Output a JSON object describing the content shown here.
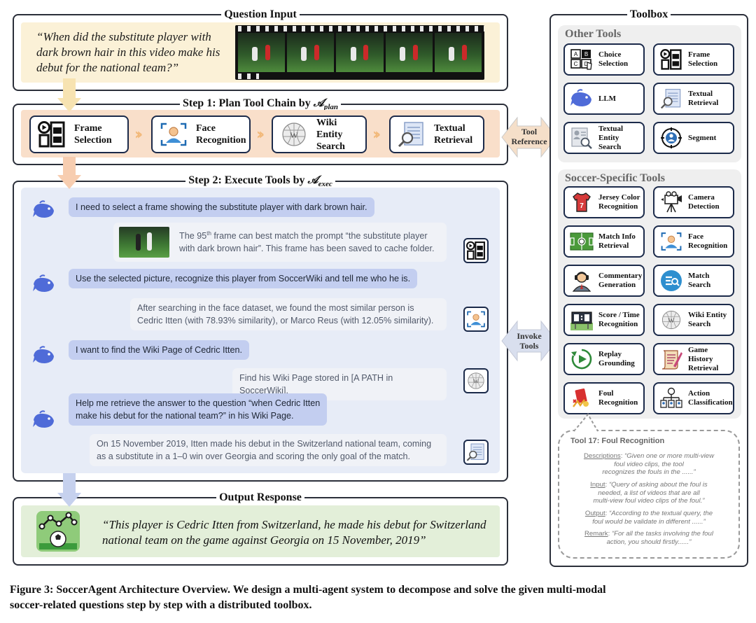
{
  "question_input": {
    "title": "Question Input",
    "question": "“When did the substitute player with dark brown hair in this video make his debut for the national team?”"
  },
  "step1": {
    "title_prefix": "Step 1: Plan Tool Chain by ",
    "title_math": "𝒜",
    "title_sub": "plan",
    "tools": [
      {
        "line1": "Frame",
        "line2": "Selection",
        "icon": "frame-selection-icon"
      },
      {
        "line1": "Face",
        "line2": "Recognition",
        "icon": "face-recognition-icon"
      },
      {
        "line1": "Wiki Entity",
        "line2": "Search",
        "icon": "wikipedia-globe-icon"
      },
      {
        "line1": "Textual",
        "line2": "Retrieval",
        "icon": "document-search-icon"
      }
    ]
  },
  "step2": {
    "title_prefix": "Step 2: Execute Tools by ",
    "title_math": "𝒜",
    "title_sub": "exec",
    "conversation": [
      {
        "role": "agent",
        "text": "I need to select a frame showing the substitute player with dark brown hair."
      },
      {
        "role": "tool",
        "line1": "The 95",
        "sup": "th",
        "line1b": " frame can best match the prompt “the substitute player",
        "line2": "with dark brown hair”. This frame has been saved to cache folder."
      },
      {
        "role": "agent",
        "text": "Use the selected picture, recognize this player from SoccerWiki and tell me who he is."
      },
      {
        "role": "tool",
        "line1": "After searching in the face dataset, we found the most similar person is",
        "line2": "Cedric Itten (with 78.93% similarity), or Marco Reus (with 12.05% similarity)."
      },
      {
        "role": "agent",
        "text": "I want to find the Wiki Page of Cedric Itten."
      },
      {
        "role": "tool",
        "text": "Find his Wiki Page stored in [A PATH in SoccerWiki]."
      },
      {
        "role": "agent",
        "line1": "Help me retrieve the answer to the question “when Cedric Itten",
        "line2": "make his debut for the national team?” in his Wiki Page."
      },
      {
        "role": "tool",
        "line1": "On 15 November 2019, Itten made his debut in the Switzerland national team, coming",
        "line2": "as a substitute in a 1–0 win over Georgia and scoring the only goal of the match."
      }
    ]
  },
  "output": {
    "title": "Output Response",
    "line1": "“This player is Cedric Itten from Switzerland, he made his debut for Switzerland",
    "line2": "national team on the game against Georgia on 15 November, 2019”"
  },
  "arrows": {
    "tool_reference": [
      "Tool",
      "Reference"
    ],
    "invoke_tools": [
      "Invoke",
      "Tools"
    ]
  },
  "toolbox": {
    "title": "Toolbox",
    "other_tools": {
      "title": "Other Tools",
      "tools": [
        {
          "line1": "Choice",
          "line2": "Selection",
          "icon": "choice-selection-icon"
        },
        {
          "line1": "Frame",
          "line2": "Selection",
          "icon": "frame-selection-icon"
        },
        {
          "line1": "LLM",
          "line2": "",
          "icon": "llm-whale-icon"
        },
        {
          "line1": "Textual",
          "line2": "Retrieval",
          "icon": "document-search-icon"
        },
        {
          "line1": "Textual",
          "line2": "Entity Search",
          "icon": "entity-search-icon"
        },
        {
          "line1": "Segment",
          "line2": "",
          "icon": "segment-target-icon"
        }
      ]
    },
    "soccer_tools": {
      "title": "Soccer-Specific Tools",
      "tools": [
        {
          "line1": "Jersey Color",
          "line2": "Recognition",
          "icon": "jersey-icon"
        },
        {
          "line1": "Camera",
          "line2": "Detection",
          "icon": "camera-icon"
        },
        {
          "line1": "Match Info",
          "line2": "Retrieval",
          "icon": "pitch-icon"
        },
        {
          "line1": "Face",
          "line2": "Recognition",
          "icon": "face-recognition-icon"
        },
        {
          "line1": "Commentary",
          "line2": "Generation",
          "icon": "commentator-icon"
        },
        {
          "line1": "Match",
          "line2": "Search",
          "icon": "match-search-icon"
        },
        {
          "line1": "Score / Time",
          "line2": "Recognition",
          "icon": "scoreboard-icon"
        },
        {
          "line1": "Wiki Entity",
          "line2": "Search",
          "icon": "wikipedia-globe-icon"
        },
        {
          "line1": "Replay",
          "line2": "Grounding",
          "icon": "replay-icon"
        },
        {
          "line1": "Game History",
          "line2": "Retrieval",
          "icon": "scroll-icon"
        },
        {
          "line1": "Foul",
          "line2": "Recognition",
          "icon": "foul-card-icon"
        },
        {
          "line1": "Action",
          "line2": "Classification",
          "icon": "action-tree-icon"
        }
      ]
    }
  },
  "tool_card": {
    "title": "Tool 17: Foul Recognition",
    "descriptions_label": "Descriptions",
    "descriptions": [
      "“Given one or more multi-view",
      "foul video clips, the tool",
      "recognizes the fouls in the ......”"
    ],
    "input_label": "Input",
    "input": [
      "“Query of asking about the foul is",
      "needed, a list of videos that are all",
      "multi-view foul video clips of the foul.”"
    ],
    "output_label": "Output",
    "output": [
      "“According to the textual query, the",
      "foul would be validate in different ......”"
    ],
    "remark_label": "Remark",
    "remark": [
      "“For all the tasks involving the foul",
      "action, you should firstly......”"
    ]
  },
  "caption": {
    "line1": "Figure 3: SoccerAgent Architecture Overview. We design a multi-agent system to decompose and solve the given multi-modal",
    "line2": "soccer-related questions step by step with a distributed toolbox."
  }
}
